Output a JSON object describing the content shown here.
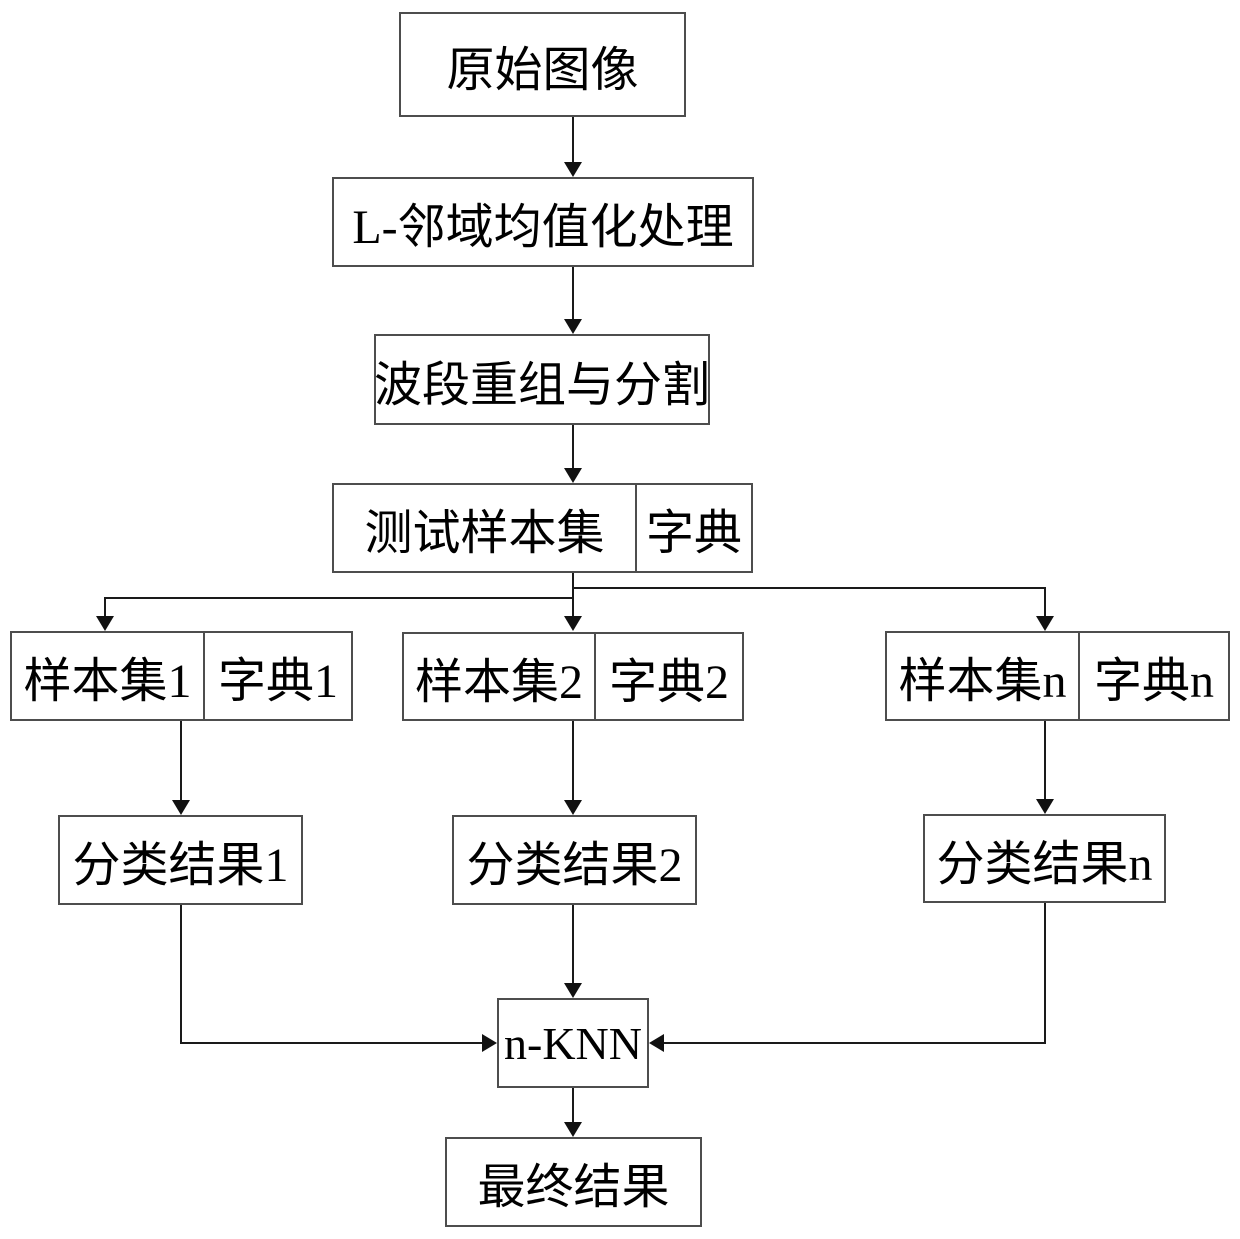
{
  "diagram": {
    "title": "classification flowchart",
    "colors": {
      "background": "#ffffff",
      "box_border": "#4d4d4d",
      "line": "#1a1a1a",
      "text": "#000000"
    },
    "nodes": {
      "original_image": {
        "label": "原始图像"
      },
      "l_neighborhood": {
        "label": "L-邻域均值化处理"
      },
      "band_recombination": {
        "label": "波段重组与分割"
      },
      "test_sample_set": {
        "label": "测试样本集",
        "dict_label": "字典"
      },
      "sample_set_1": {
        "label": "样本集1",
        "dict_label": "字典1"
      },
      "sample_set_2": {
        "label": "样本集2",
        "dict_label": "字典2"
      },
      "sample_set_n": {
        "label": "样本集n",
        "dict_label": "字典n"
      },
      "result_1": {
        "label": "分类结果1"
      },
      "result_2": {
        "label": "分类结果2"
      },
      "result_n": {
        "label": "分类结果n"
      },
      "nknn": {
        "label": "n-KNN"
      },
      "final_result": {
        "label": "最终结果"
      }
    }
  }
}
